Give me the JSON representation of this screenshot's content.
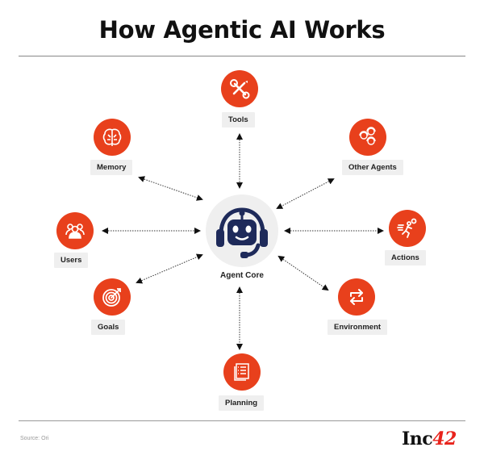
{
  "header": {
    "title": "How Agentic AI Works"
  },
  "center": {
    "label": "Agent Core",
    "icon": "robot-headset-icon"
  },
  "nodes": {
    "tools": {
      "label": "Tools",
      "icon": "wrench-screwdriver-icon"
    },
    "memory": {
      "label": "Memory",
      "icon": "brain-icon"
    },
    "other_agents": {
      "label": "Other Agents",
      "icon": "agents-group-icon"
    },
    "users": {
      "label": "Users",
      "icon": "users-icon"
    },
    "actions": {
      "label": "Actions",
      "icon": "running-person-icon"
    },
    "goals": {
      "label": "Goals",
      "icon": "target-icon"
    },
    "environment": {
      "label": "Environment",
      "icon": "swap-arrows-icon"
    },
    "planning": {
      "label": "Planning",
      "icon": "checklist-document-icon"
    }
  },
  "connections": [
    {
      "from": "Agent Core",
      "to": "Tools",
      "type": "bidirectional-dotted"
    },
    {
      "from": "Agent Core",
      "to": "Memory",
      "type": "bidirectional-dotted"
    },
    {
      "from": "Agent Core",
      "to": "Other Agents",
      "type": "bidirectional-dotted"
    },
    {
      "from": "Agent Core",
      "to": "Users",
      "type": "bidirectional-dotted"
    },
    {
      "from": "Agent Core",
      "to": "Actions",
      "type": "bidirectional-dotted"
    },
    {
      "from": "Agent Core",
      "to": "Goals",
      "type": "bidirectional-dotted"
    },
    {
      "from": "Agent Core",
      "to": "Environment",
      "type": "bidirectional-dotted"
    },
    {
      "from": "Agent Core",
      "to": "Planning",
      "type": "bidirectional-dotted"
    }
  ],
  "colors": {
    "accent": "#e8401c",
    "core_icon": "#1e2a5a",
    "label_bg": "#efefef",
    "logo_accent": "#e8231c"
  },
  "footer": {
    "source": "Source: Ori",
    "logo_text": "Inc",
    "logo_number": "42"
  }
}
